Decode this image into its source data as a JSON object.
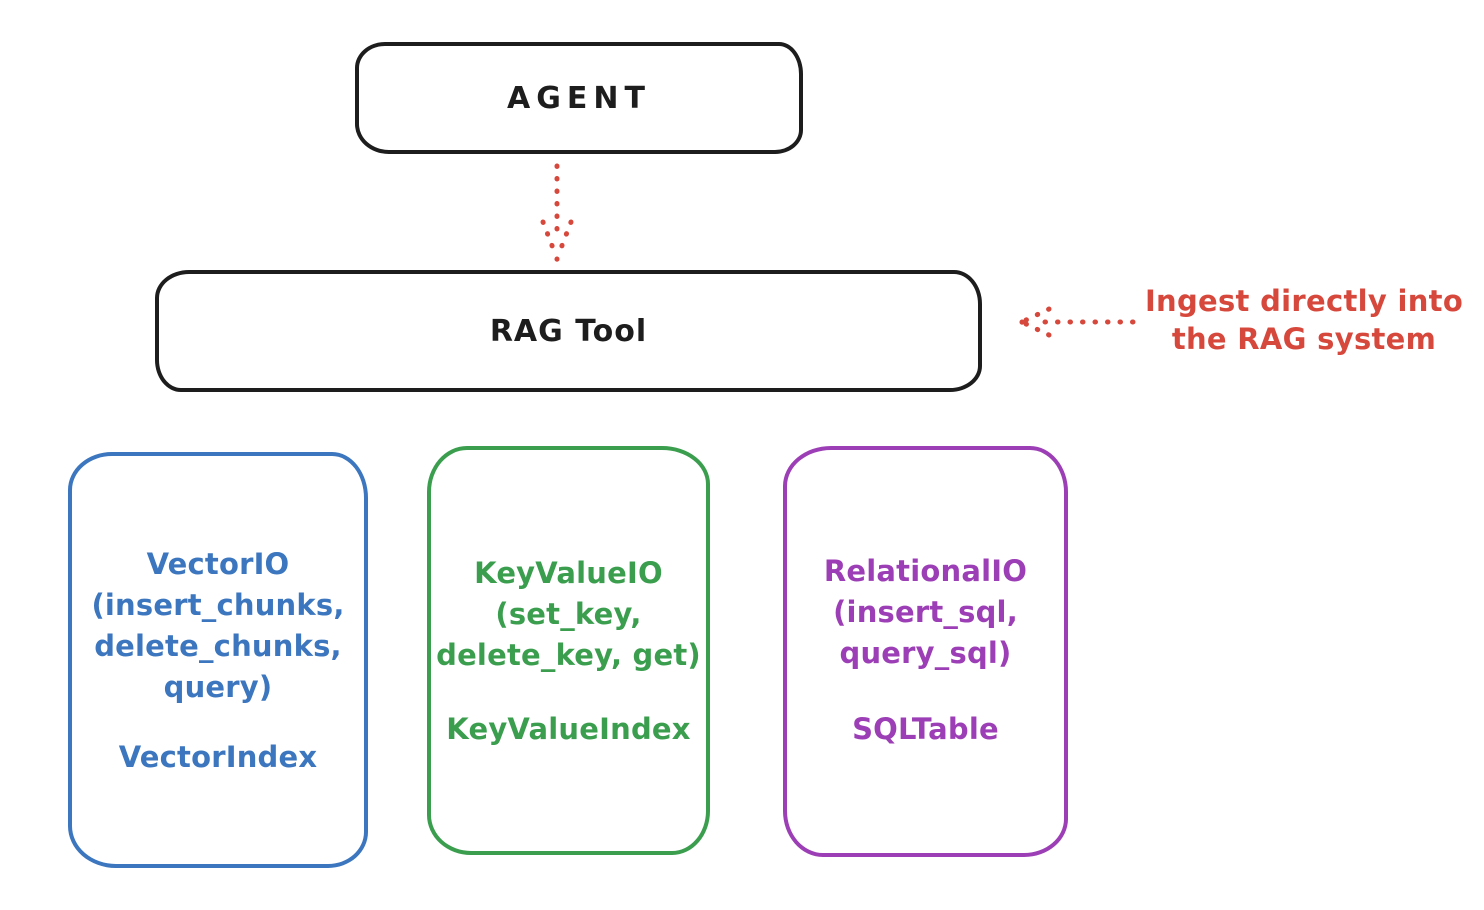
{
  "diagram": {
    "title_hint": "RAG Tool architecture sketch",
    "agent": {
      "label": "AGENT"
    },
    "rag_tool": {
      "label": "RAG Tool"
    },
    "annotation": {
      "line1": "Ingest directly into",
      "line2": "the RAG system",
      "color": "#d7483c"
    },
    "arrows": [
      {
        "name": "agent-to-rag-tool",
        "style": "dotted",
        "direction": "down",
        "color": "#d7483c"
      },
      {
        "name": "ingest-into-rag-tool",
        "style": "dotted",
        "direction": "left",
        "color": "#d7483c"
      }
    ],
    "backends": [
      {
        "id": "vector",
        "color": "#3b76be",
        "lines": [
          "VectorIO",
          "(insert_chunks,",
          "delete_chunks,",
          "query)"
        ],
        "index_label": "VectorIndex"
      },
      {
        "id": "keyvalue",
        "color": "#3a9e4e",
        "lines": [
          "KeyValueIO",
          "(set_key,",
          "delete_key, get)"
        ],
        "index_label": "KeyValueIndex"
      },
      {
        "id": "relational",
        "color": "#9c3eb5",
        "lines": [
          "RelationalIO",
          "(insert_sql,",
          "query_sql)"
        ],
        "index_label": "SQLTable"
      }
    ],
    "stroke_colors": {
      "black": "#1d1d1d",
      "red": "#d7483c",
      "blue": "#3b76be",
      "green": "#3a9e4e",
      "purple": "#9c3eb5"
    }
  }
}
